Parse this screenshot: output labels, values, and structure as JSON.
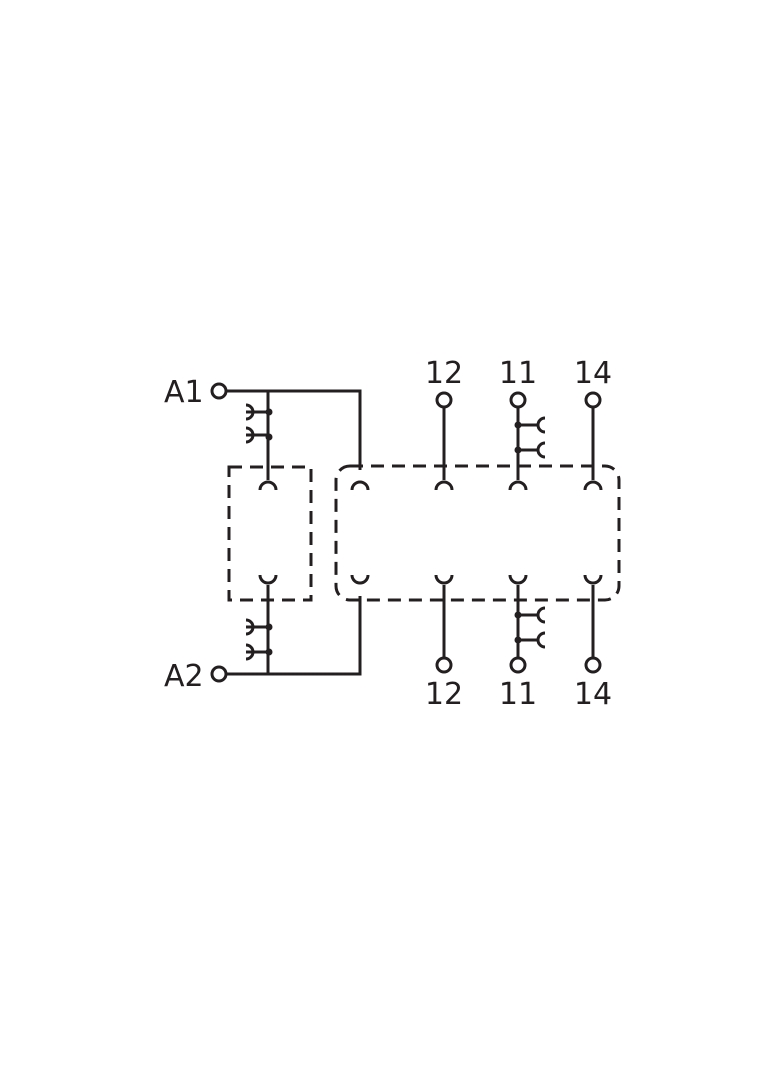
{
  "terminals": {
    "a1": "A1",
    "a2": "A2",
    "top": [
      "12",
      "11",
      "14"
    ],
    "bottom": [
      "12",
      "11",
      "14"
    ]
  },
  "colors": {
    "ink": "#231f20",
    "background": "#ffffff"
  }
}
